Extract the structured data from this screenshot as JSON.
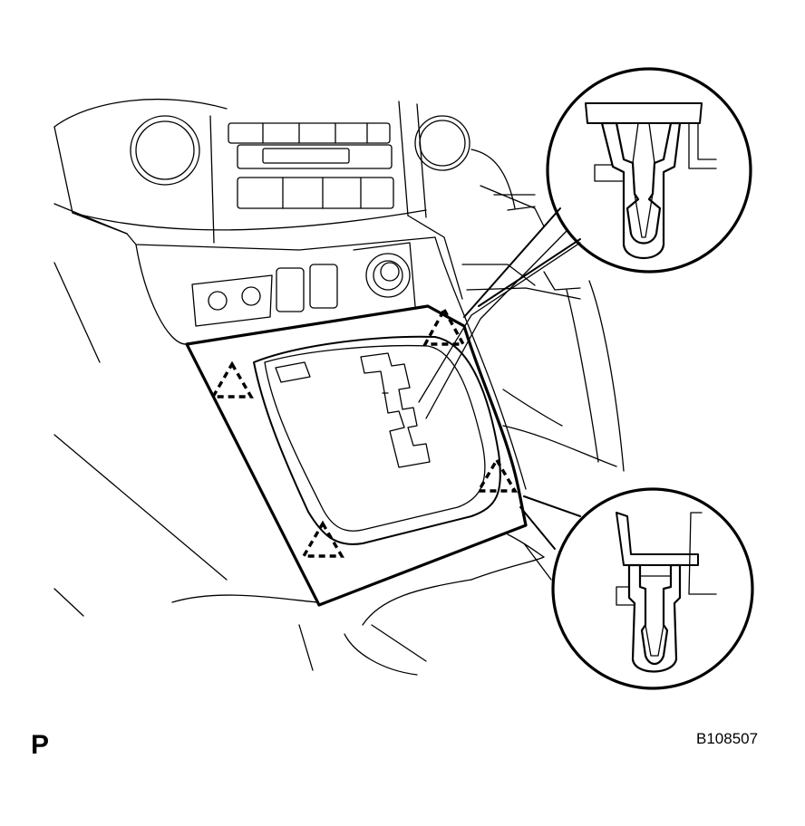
{
  "labels": {
    "view": "P",
    "code": "B108507"
  },
  "markers": {
    "clip_symbol": "dashed-triangle"
  },
  "colors": {
    "line": "#000000",
    "background": "#ffffff"
  }
}
